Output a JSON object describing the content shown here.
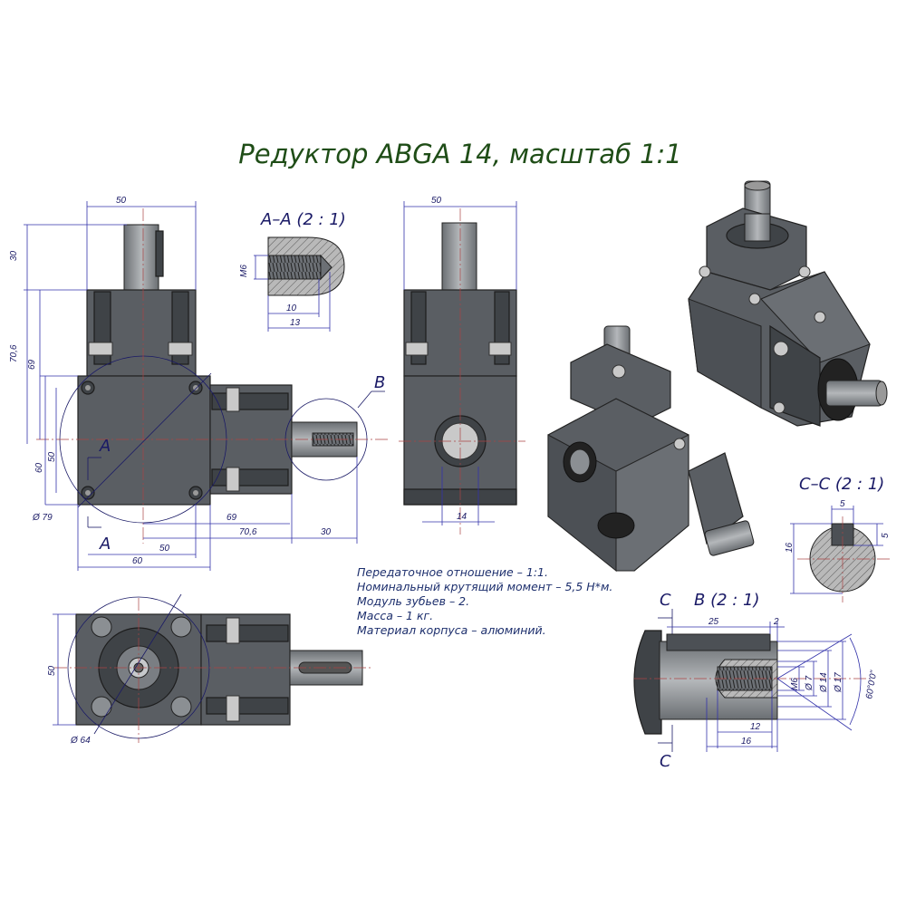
{
  "title": "Редуктор ABGA 14, масштаб 1:1",
  "section_labels": {
    "aa": "A–A (2 : 1)",
    "cc": "C–C (2 : 1)",
    "b_detail": "B (2 : 1)",
    "b_marker": "B",
    "a_top": "A",
    "a_bottom": "A",
    "c_top": "C",
    "c_bottom": "C"
  },
  "dimensions": {
    "front_width_top": "50",
    "front_height_30": "30",
    "front_height_70_6": "70,6",
    "front_height_69": "69",
    "front_height_60": "60",
    "front_height_50": "50",
    "front_diam_79": "Ø 79",
    "front_bottom_69": "69",
    "front_bottom_70_6": "70,6",
    "front_bottom_30": "30",
    "front_bottom_50": "50",
    "front_bottom_60": "60",
    "aa_m6": "M6",
    "aa_10": "10",
    "aa_13": "13",
    "side_width_50": "50",
    "side_bore_14": "14",
    "bottom_height_50": "50",
    "bottom_diam_64": "Ø 64",
    "cc_5_top": "5",
    "cc_5_right": "5",
    "cc_16": "16",
    "b_25": "25",
    "b_2": "2",
    "b_m6": "M6",
    "b_7": "Ø 7",
    "b_14": "Ø 14",
    "b_17": "Ø 17",
    "b_angle": "60°0'0\"",
    "b_12": "12",
    "b_16": "16"
  },
  "notes": [
    "Передаточное отношение – 1:1.",
    "Номинальный крутящий момент – 5,5 Н*м.",
    "Модуль зубьев – 2.",
    "Масса – 1 кг.",
    "Материал корпуса – алюминий."
  ]
}
